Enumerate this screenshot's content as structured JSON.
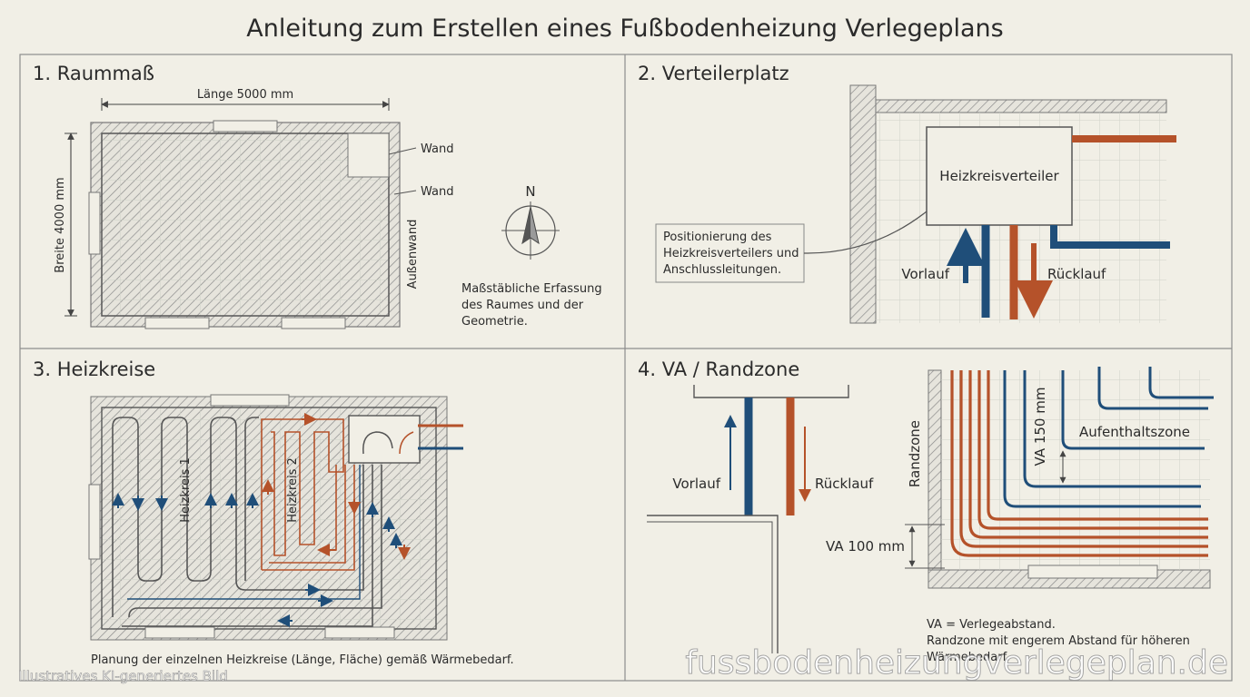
{
  "title": "Anleitung zum Erstellen eines Fußbodenheizung Verlegeplans",
  "colors": {
    "vorlauf": "#1f4e79",
    "ruecklauf": "#b5522a",
    "wall": "#777777",
    "grid": "#cfd2c8"
  },
  "panel1": {
    "heading": "1. Raummaß",
    "length_label": "Länge 5000 mm",
    "width_label": "Breite 4000 mm",
    "wall_label_1": "Wand",
    "wall_label_2": "Wand",
    "outer_wall_label": "Außenwand",
    "compass_north": "N",
    "description": [
      "Maßstäbliche Erfassung",
      "des Raumes und der",
      "Geometrie."
    ]
  },
  "panel2": {
    "heading": "2. Verteilerplatz",
    "manifold_label": "Heizkreisverteiler",
    "callout": [
      "Positionierung des",
      "Heizkreisverteilers und",
      "Anschlussleitungen."
    ],
    "vorlauf": "Vorlauf",
    "ruecklauf": "Rücklauf"
  },
  "panel3": {
    "heading": "3. Heizkreise",
    "circuit1": "Heizkreis 1",
    "circuit2": "Heizkreis 2",
    "caption": "Planung der einzelnen Heizkreise (Länge, Fläche) gemäß Wärmebedarf."
  },
  "panel4": {
    "heading": "4. VA / Randzone",
    "vorlauf": "Vorlauf",
    "ruecklauf": "Rücklauf",
    "edge_zone": "Randzone",
    "living_zone": "Aufenthaltszone",
    "va150": "VA 150 mm",
    "va100": "VA 100 mm",
    "notes": [
      "VA = Verlegeabstand.",
      "Randzone mit engerem Abstand für höheren",
      "Wärmebedarf."
    ]
  },
  "watermark": {
    "site": "fussbodenheizungverlegeplan.de",
    "disclaimer": "Illustratives KI-generiertes Bild"
  }
}
